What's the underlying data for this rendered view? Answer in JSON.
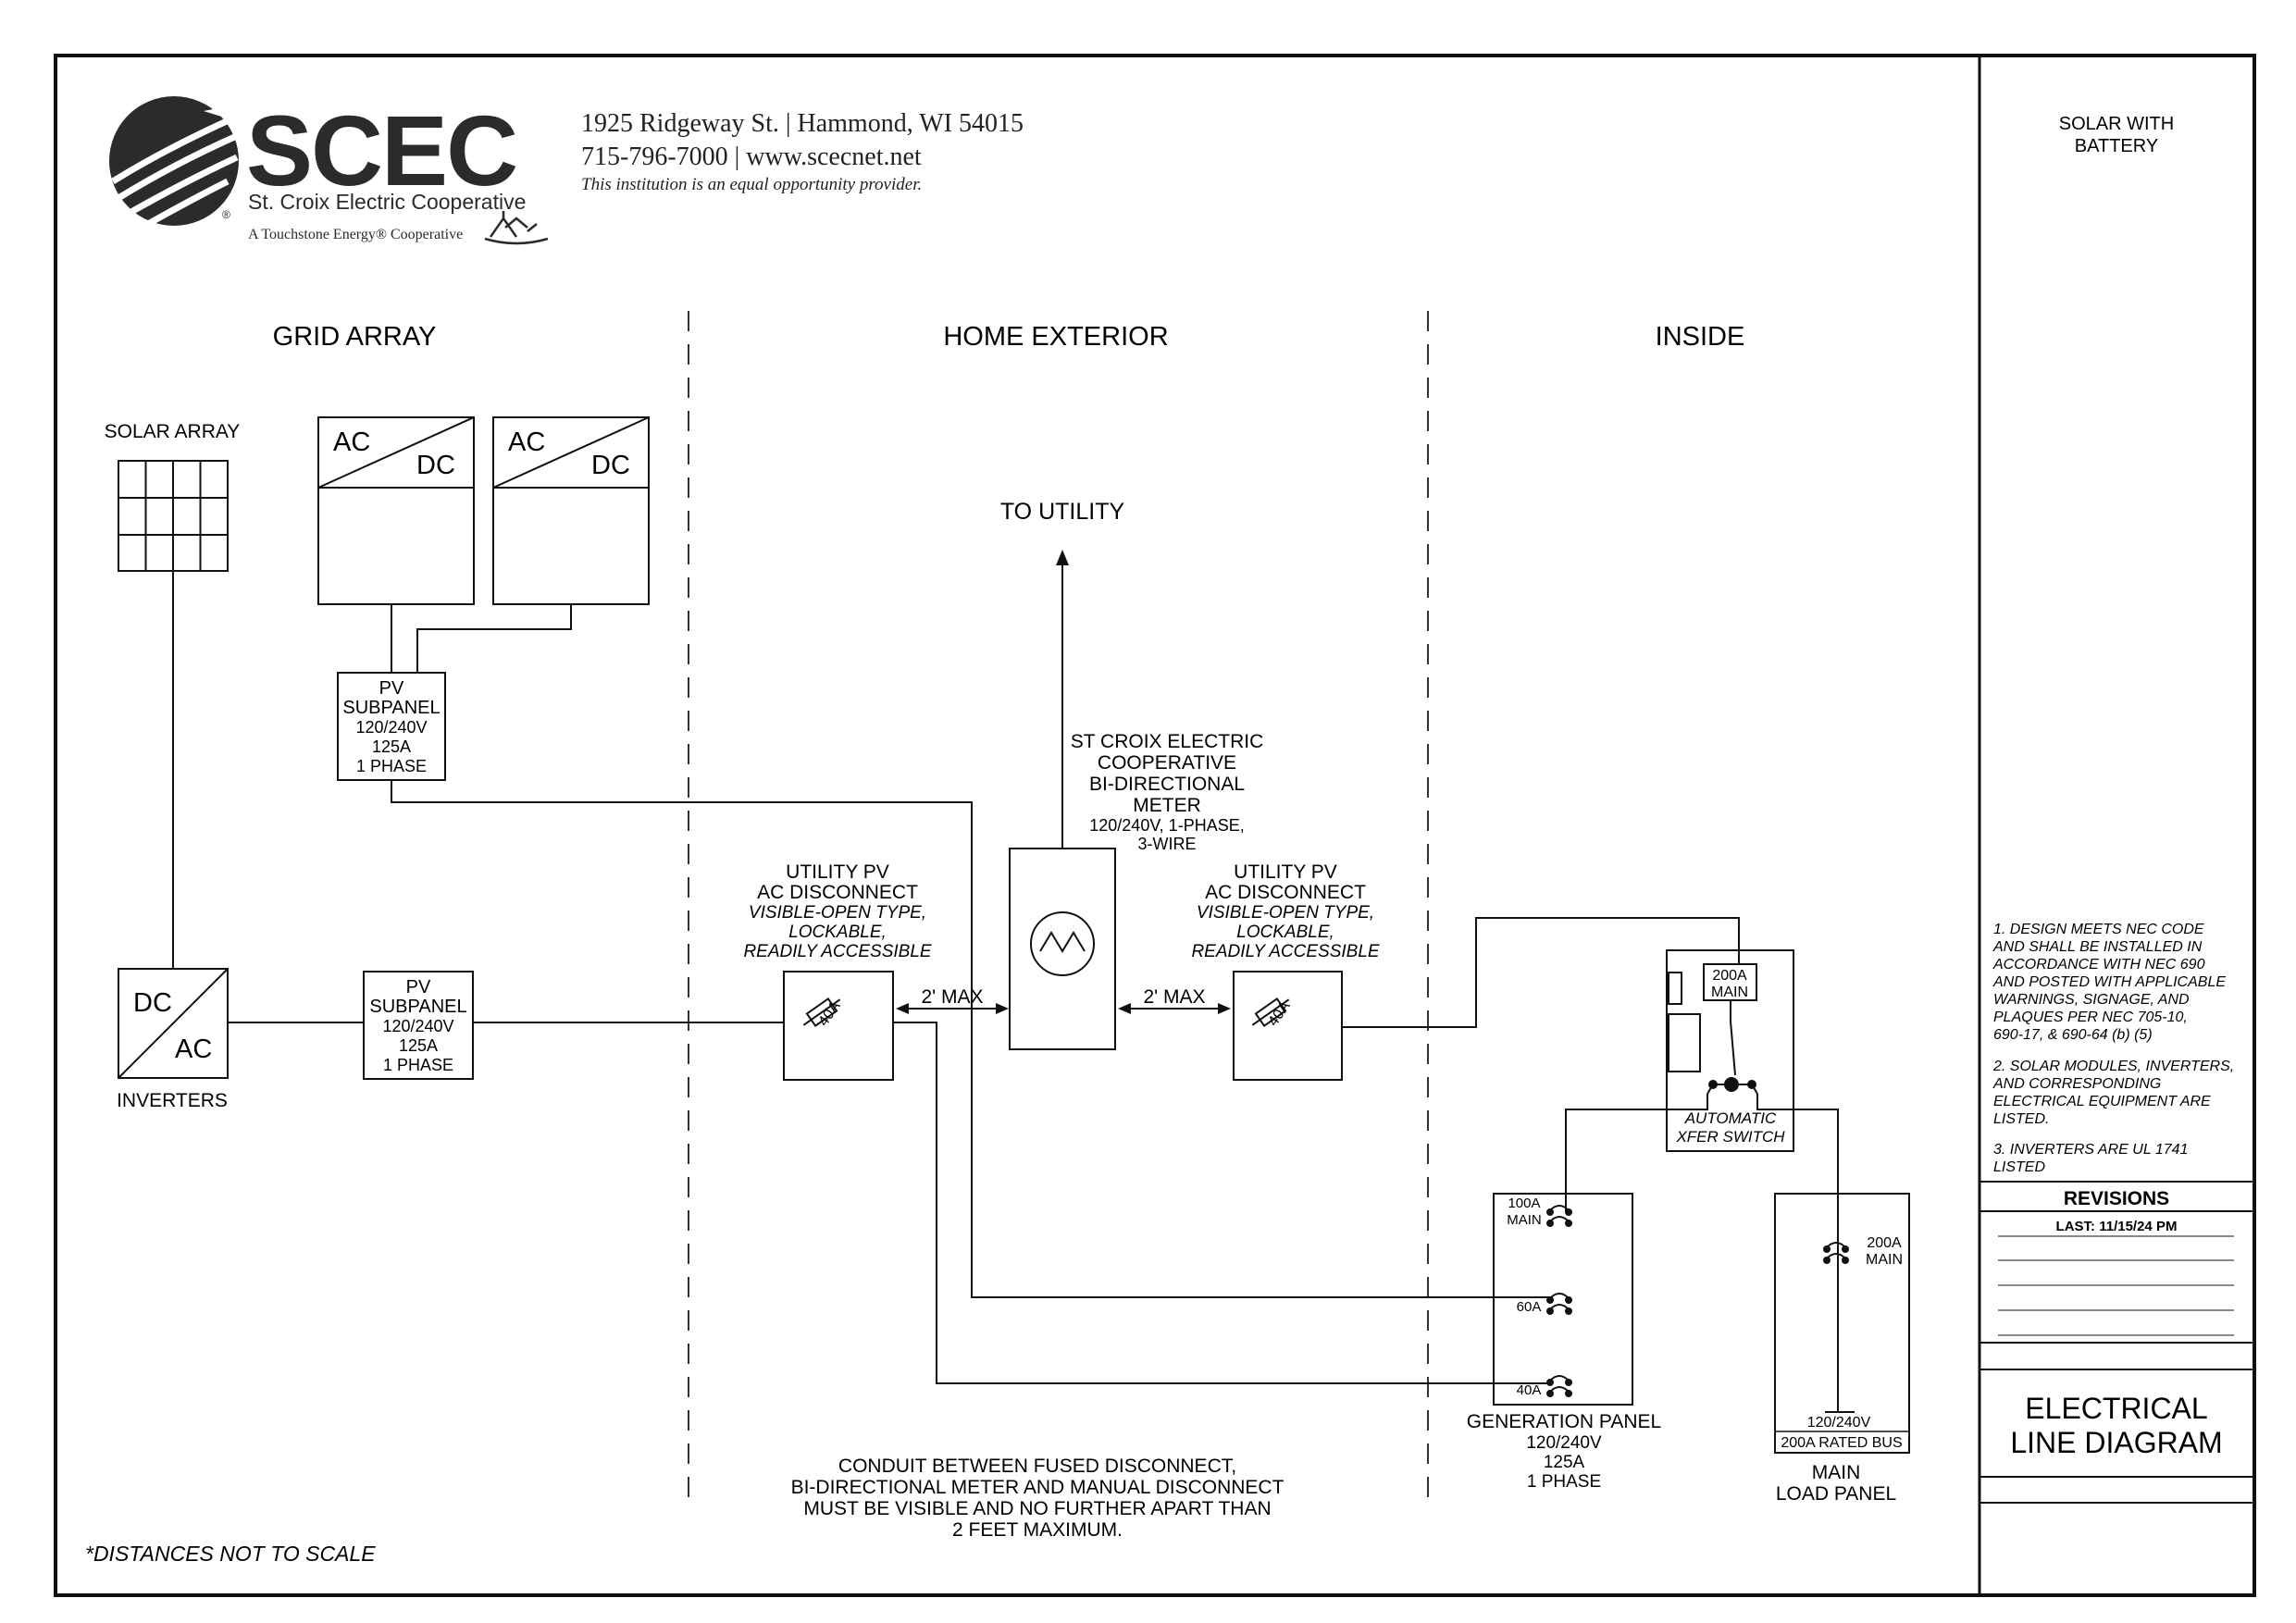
{
  "header": {
    "logo_text": "SCEC",
    "org_name": "St. Croix Electric Cooperative",
    "affiliate": "A Touchstone Energy® Cooperative",
    "address": "1925 Ridgeway St. | Hammond, WI 54015",
    "contact": "715-796-7000 | www.scecnet.net",
    "equal_opportunity": "This institution is an equal opportunity provider."
  },
  "sections": {
    "grid_array": "GRID ARRAY",
    "home_exterior": "HOME EXTERIOR",
    "inside": "INSIDE"
  },
  "grid_array": {
    "solar_array_label": "SOLAR ARRAY",
    "inverter_box_1": {
      "ac": "AC",
      "dc": "DC"
    },
    "inverter_box_2": {
      "ac": "AC",
      "dc": "DC"
    },
    "pv_subpanel_top": [
      "PV",
      "SUBPANEL",
      "120/240V",
      "125A",
      "1 PHASE"
    ],
    "inverter_box_3": {
      "dc": "DC",
      "ac": "AC"
    },
    "inverters_label": "INVERTERS",
    "pv_subpanel_bottom": [
      "PV",
      "SUBPANEL",
      "120/240V",
      "125A",
      "1 PHASE"
    ]
  },
  "home_exterior": {
    "to_utility": "TO UTILITY",
    "meter_label": [
      "ST CROIX ELECTRIC",
      "COOPERATIVE",
      "BI-DIRECTIONAL",
      "METER",
      "120/240V, 1-PHASE,",
      "3-WIRE"
    ],
    "disconnect_left": [
      "UTILITY PV",
      "AC DISCONNECT",
      "VISIBLE-OPEN TYPE,",
      "LOCKABLE,",
      "READILY ACCESSIBLE"
    ],
    "disconnect_right": [
      "UTILITY PV",
      "AC DISCONNECT",
      "VISIBLE-OPEN TYPE,",
      "LOCKABLE,",
      "READILY ACCESSIBLE"
    ],
    "fuse_left": "40A",
    "fuse_right": "40A",
    "distance_left": "2' MAX",
    "distance_right": "2' MAX",
    "conduit_note": [
      "CONDUIT BETWEEN FUSED DISCONNECT,",
      "BI-DIRECTIONAL METER AND MANUAL DISCONNECT",
      "MUST BE VISIBLE AND NO FURTHER APART THAN",
      "2 FEET MAXIMUM."
    ]
  },
  "inside": {
    "xfer_main": [
      "200A",
      "MAIN"
    ],
    "xfer_label": [
      "AUTOMATIC",
      "XFER SWITCH"
    ],
    "gen_breaker_main": [
      "100A",
      "MAIN"
    ],
    "gen_breaker_60": "60A",
    "gen_breaker_40": "40A",
    "gen_panel_label": [
      "GENERATION PANEL",
      "120/240V",
      "125A",
      "1 PHASE"
    ],
    "load_breaker": [
      "200A",
      "MAIN"
    ],
    "load_bus": [
      "120/240V",
      "200A RATED BUS"
    ],
    "load_panel_label": [
      "MAIN",
      "LOAD PANEL"
    ]
  },
  "footnote": "*DISTANCES NOT TO SCALE",
  "title_block": {
    "project": [
      "SOLAR WITH",
      "BATTERY"
    ],
    "notes": [
      [
        "1. DESIGN MEETS NEC CODE",
        "AND SHALL BE INSTALLED IN",
        "ACCORDANCE WITH NEC 690",
        "AND POSTED WITH APPLICABLE",
        "WARNINGS, SIGNAGE, AND",
        "PLAQUES PER NEC 705-10,",
        "690-17, & 690-64 (b) (5)"
      ],
      [
        "2. SOLAR MODULES, INVERTERS,",
        "AND CORRESPONDING",
        "ELECTRICAL EQUIPMENT ARE",
        "LISTED."
      ],
      [
        "3. INVERTERS ARE UL 1741",
        "LISTED"
      ]
    ],
    "revisions_heading": "REVISIONS",
    "last_revision": "LAST: 11/15/24 PM",
    "sheet_title": [
      "ELECTRICAL",
      "LINE DIAGRAM"
    ]
  }
}
